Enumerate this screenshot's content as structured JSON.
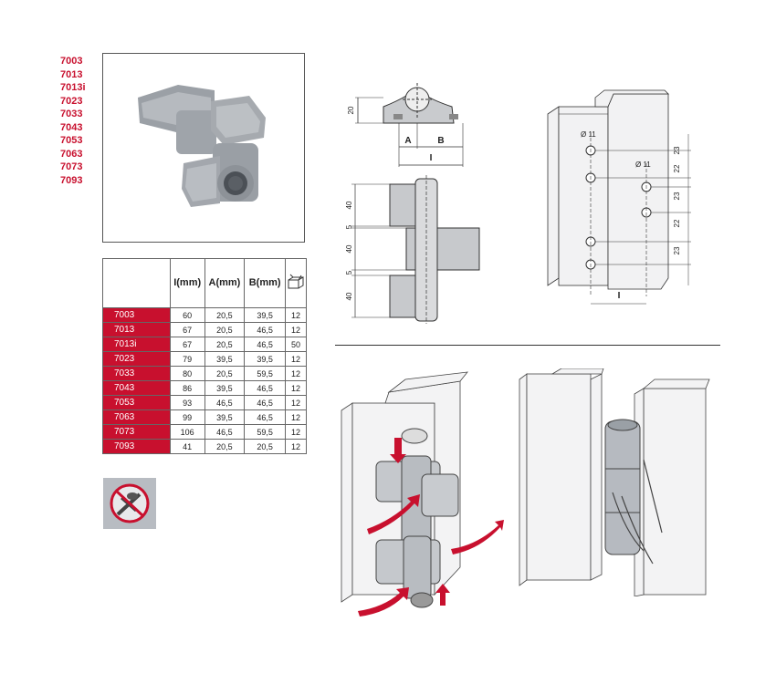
{
  "series_codes": [
    "7003",
    "7013",
    "7013i",
    "7023",
    "7033",
    "7043",
    "7053",
    "7063",
    "7073",
    "7093"
  ],
  "table": {
    "headers": [
      {
        "label": "",
        "unit": ""
      },
      {
        "label": "I",
        "unit": "(mm)"
      },
      {
        "label": "A",
        "unit": "(mm)"
      },
      {
        "label": "B",
        "unit": "(mm)"
      },
      {
        "label": "",
        "unit": ""
      }
    ],
    "rows": [
      [
        "7003",
        "60",
        "20,5",
        "39,5",
        "12"
      ],
      [
        "7013",
        "67",
        "20,5",
        "46,5",
        "12"
      ],
      [
        "7013i",
        "67",
        "20,5",
        "46,5",
        "50"
      ],
      [
        "7023",
        "79",
        "39,5",
        "39,5",
        "12"
      ],
      [
        "7033",
        "80",
        "20,5",
        "59,5",
        "12"
      ],
      [
        "7043",
        "86",
        "39,5",
        "46,5",
        "12"
      ],
      [
        "7053",
        "93",
        "46,5",
        "46,5",
        "12"
      ],
      [
        "7063",
        "99",
        "39,5",
        "46,5",
        "12"
      ],
      [
        "7073",
        "106",
        "46,5",
        "59,5",
        "12"
      ],
      [
        "7093",
        "41",
        "20,5",
        "20,5",
        "12"
      ]
    ]
  },
  "drawing_top": {
    "height": "20",
    "label_a": "A",
    "label_b": "B",
    "label_i": "I"
  },
  "drawing_side": {
    "dims": [
      "40",
      "5",
      "40",
      "5",
      "40"
    ]
  },
  "drawing_profile": {
    "hole_left": "Ø 11",
    "hole_right": "Ø 11",
    "dims": [
      "23",
      "22",
      "23",
      "22",
      "23"
    ],
    "label_i": "I"
  },
  "colors": {
    "brand_red": "#c8102e",
    "metal_grey": "#a9adb3",
    "arrow_red": "#c8102e"
  },
  "icons": [
    "box-icon",
    "no-tool-icon"
  ]
}
